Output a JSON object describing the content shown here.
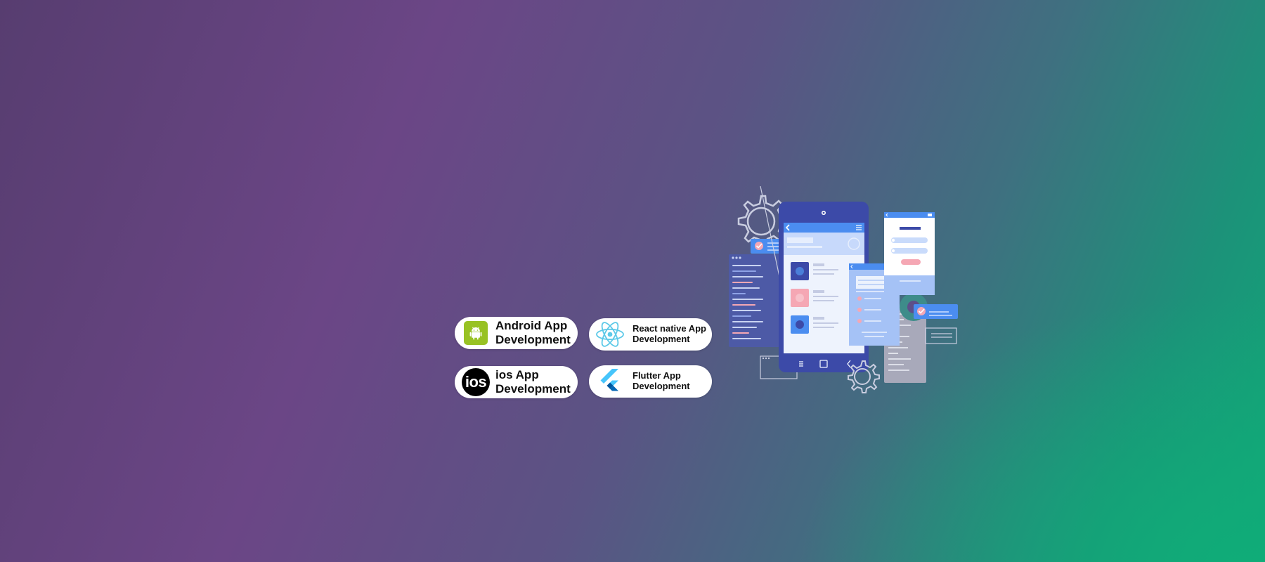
{
  "services": {
    "android": {
      "line1": "Android App",
      "line2": "Development",
      "icon": "android-icon"
    },
    "react": {
      "line1": "React native App",
      "line2": "Development",
      "icon": "react-icon"
    },
    "ios": {
      "logo_text": "ios",
      "line1": "ios App",
      "line2": "Development",
      "icon": "ios-icon"
    },
    "flutter": {
      "line1": "Flutter App",
      "line2": "Development",
      "icon": "flutter-icon"
    }
  },
  "colors": {
    "android_green": "#98c224",
    "react_cyan": "#5cc9e8",
    "flutter_light": "#47c5fb",
    "flutter_dark": "#0466b4",
    "phone_body": "#3c4aa8",
    "screen_bg": "#dbe6fb",
    "accent_pink": "#f5a7b4",
    "accent_blue": "#4b8df0"
  }
}
